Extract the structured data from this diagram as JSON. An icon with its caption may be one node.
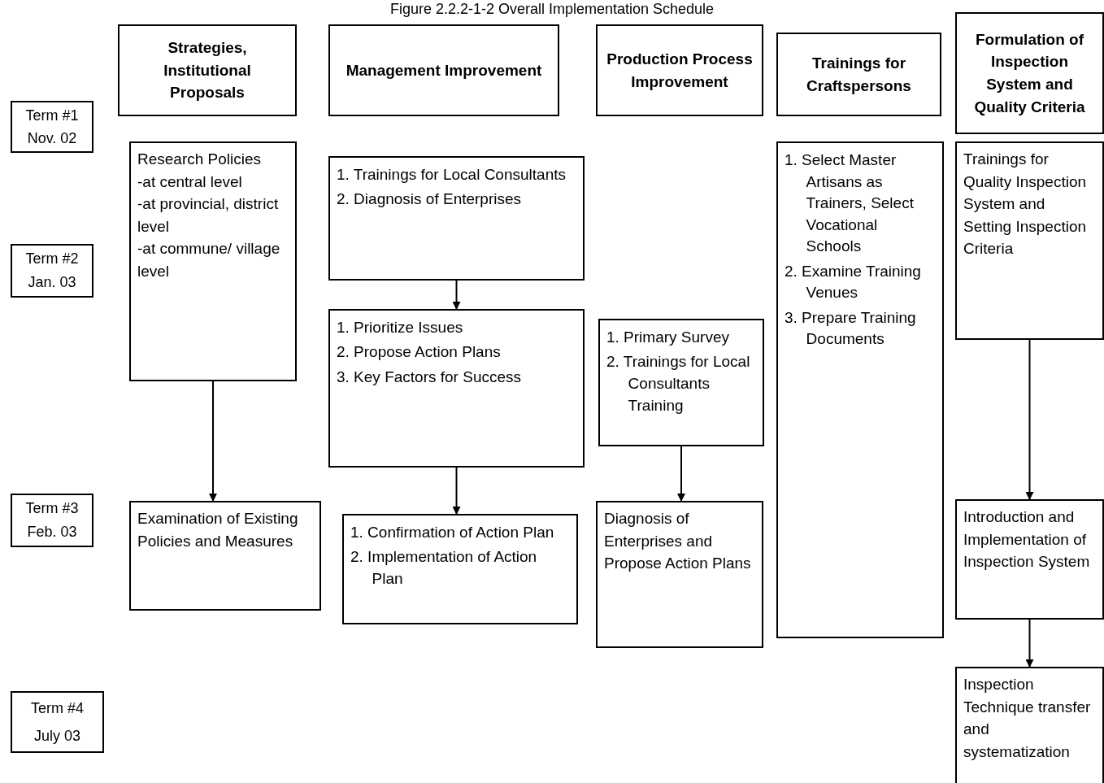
{
  "diagram": {
    "title": "Figure 2.2.2-1-2 Overall Implementation Schedule",
    "nodes": [
      {
        "text": [
          "Strategies, Institutional Proposals"
        ]
      },
      {
        "text": [
          "Management Improvement"
        ]
      },
      {
        "text": [
          "Production Process Improvement"
        ]
      },
      {
        "text": [
          "Trainings for Craftspersons"
        ]
      },
      {
        "text": [
          "Formulation of Inspection System and Quality Criteria"
        ]
      },
      {
        "text": [
          "Term #1",
          "Nov. 02"
        ]
      },
      {
        "text": [
          "Term #2",
          "Jan. 03"
        ]
      },
      {
        "text": [
          "Term #3",
          "Feb. 03"
        ]
      },
      {
        "text": [
          "Term #4",
          "July 03"
        ]
      },
      {
        "text": [
          "Research Policies",
          "-at central level",
          "-at provincial, district level",
          "-at commune/ village level"
        ]
      },
      {
        "text": [
          "1. Trainings for Local Consultants",
          "2. Diagnosis of Enterprises"
        ]
      },
      {
        "text": [
          "1. Prioritize Issues",
          "2. Propose Action Plans",
          "3. Key Factors for Success"
        ]
      },
      {
        "text": [
          "1. Primary Survey",
          "2. Trainings for Local Consultants Training"
        ]
      },
      {
        "text": [
          "1. Select Master Artisans as Trainers, Select Vocational Schools",
          "2. Examine Training Venues",
          "3. Prepare Training Documents"
        ]
      },
      {
        "text": [
          "Trainings for Quality Inspection System and Setting Inspection Criteria"
        ]
      },
      {
        "text": [
          "Examination of Existing Policies and Measures"
        ]
      },
      {
        "text": [
          "1. Confirmation of Action Plan",
          "2. Implementation of Action Plan"
        ]
      },
      {
        "text": [
          "Diagnosis of Enterprises and Propose Action Plans"
        ]
      },
      {
        "text": [
          "Introduction and Implementation of Inspection System"
        ]
      },
      {
        "text": [
          "Inspection Technique transfer and systematization"
        ]
      }
    ],
    "edges": [
      {
        "from": 9,
        "to": 15,
        "arrow": "to"
      },
      {
        "from": 10,
        "to": 11,
        "arrow": "to"
      },
      {
        "from": 11,
        "to": 16,
        "arrow": "to"
      },
      {
        "from": 12,
        "to": 17,
        "arrow": "to"
      },
      {
        "from": 14,
        "to": 18,
        "arrow": "to"
      },
      {
        "from": 18,
        "to": 19,
        "arrow": "to"
      }
    ]
  }
}
